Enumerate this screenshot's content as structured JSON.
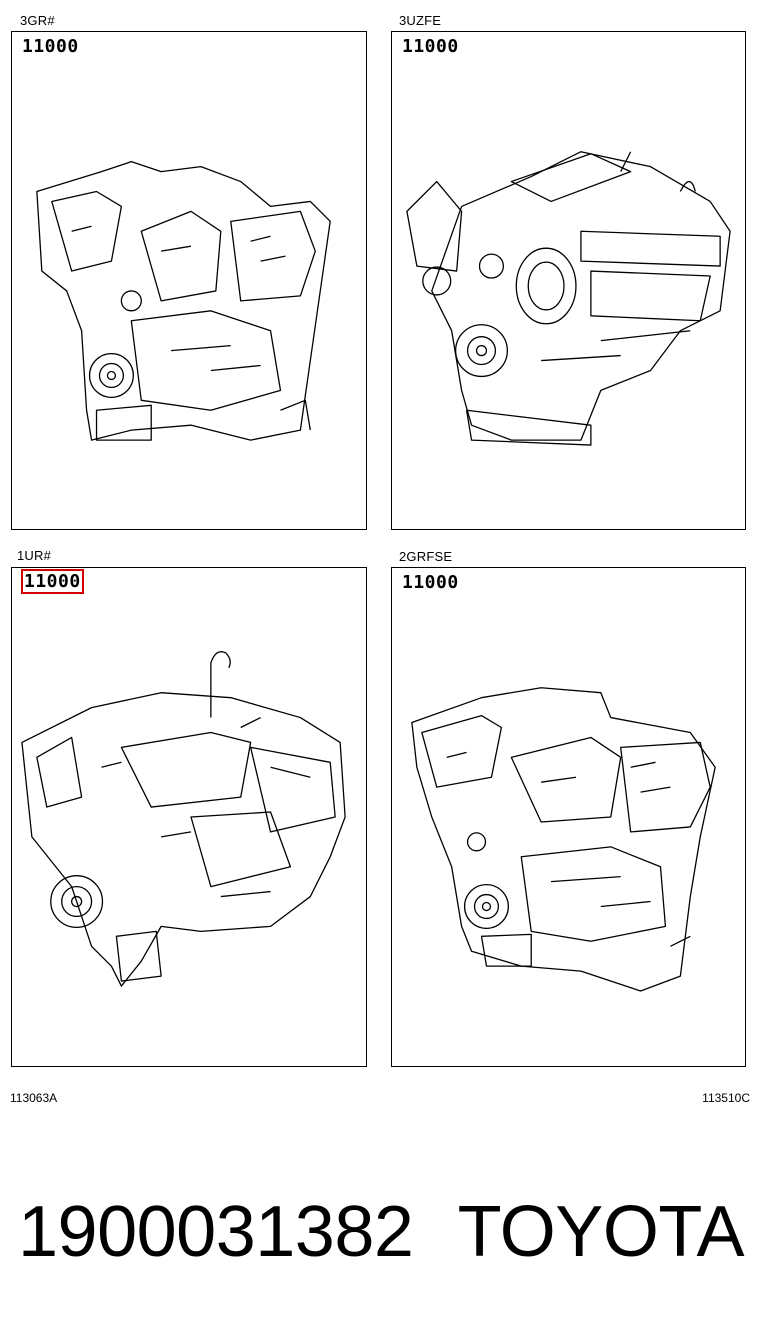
{
  "panels": [
    {
      "engine": "3GR#",
      "code": "11000",
      "highlighted": false
    },
    {
      "engine": "3UZFE",
      "code": "11000",
      "highlighted": false
    },
    {
      "engine": "1UR#",
      "code": "11000",
      "highlighted": true
    },
    {
      "engine": "2GRFSE",
      "code": "11000",
      "highlighted": false
    }
  ],
  "refs": {
    "left": "113063A",
    "right": "113510C"
  },
  "footer": {
    "part_number": "1900031382",
    "brand": "TOYOTA"
  },
  "colors": {
    "highlight": "#d40000",
    "line": "#000000",
    "background": "#ffffff"
  }
}
